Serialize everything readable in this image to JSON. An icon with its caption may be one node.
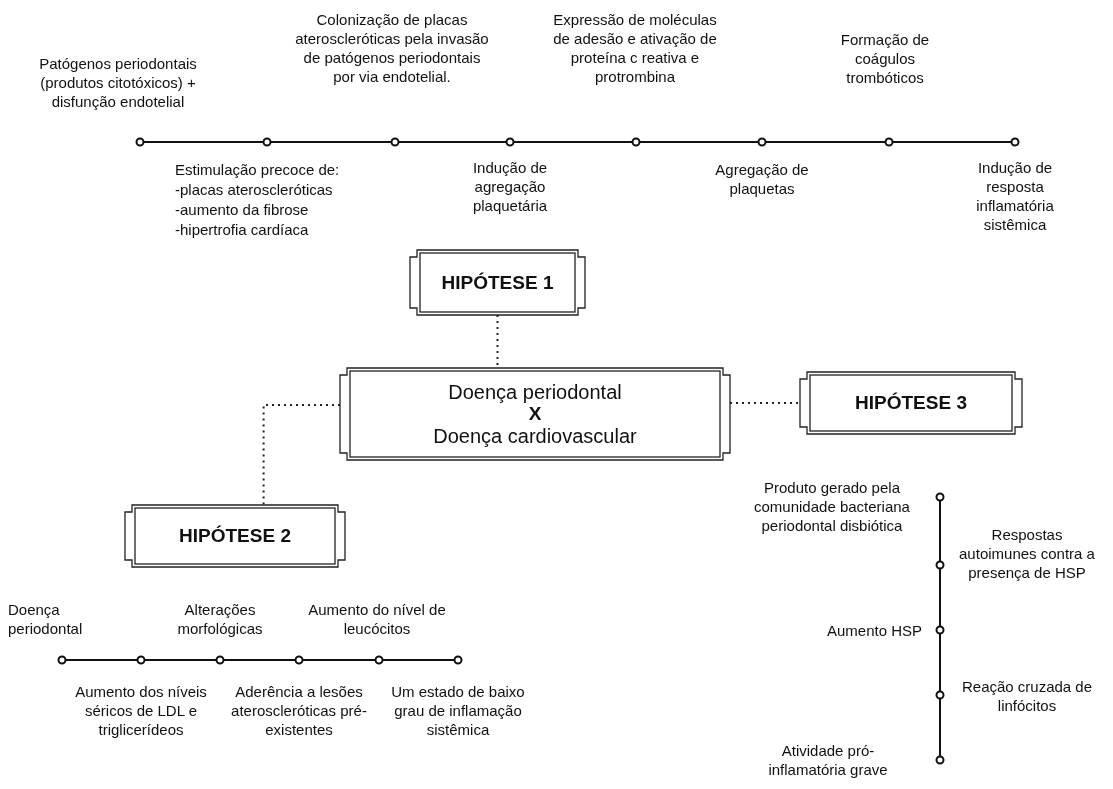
{
  "diagram": {
    "nodes": [
      {
        "text": [
          "Doença periodontal",
          "X",
          "Doença cardiovascular"
        ]
      },
      {
        "text": [
          "HIPÓTESE 1"
        ]
      },
      {
        "text": [
          "HIPÓTESE 2"
        ]
      },
      {
        "text": [
          "HIPÓTESE 3"
        ]
      }
    ],
    "edges": [
      {
        "from": 1,
        "to": 0,
        "arrow": "none",
        "style": "dashed"
      },
      {
        "from": 0,
        "to": 2,
        "arrow": "none",
        "style": "dashed"
      },
      {
        "from": 0,
        "to": 3,
        "arrow": "none",
        "style": "dashed"
      }
    ],
    "labels": [
      "Colonização de placas ateroscleróticas pela invasão de patógenos periodontais por via endotelial.",
      "Expressão de moléculas de adesão e ativação de proteína c reativa e protrombina",
      "Formação de coágulos trombóticos",
      "Patógenos periodontais (produtos citotóxicos) + disfunção endotelial",
      "Estimulação precoce de:",
      "-placas ateroscleróticas",
      "-aumento da fibrose",
      "-hipertrofia cardíaca",
      "Indução de agregação plaquetária",
      "Agregação de plaquetas",
      "Indução de resposta inflamatória sistêmica",
      "Produto gerado pela comunidade bacteriana periodontal disbiótica",
      "Respostas autoimunes contra a presença de HSP",
      "Doença periodontal",
      "Alterações morfológicas",
      "Aumento do nível de leucócitos",
      "Aumento HSP",
      "Aumento dos níveis séricos de LDL e triglicerídeos",
      "Aderência a lesões ateroscleróticas pré-existentes",
      "Um estado de baixo grau de inflamação sistêmica",
      "Reação cruzada de linfócitos",
      "Atividade pró-inflamatória grave"
    ]
  }
}
